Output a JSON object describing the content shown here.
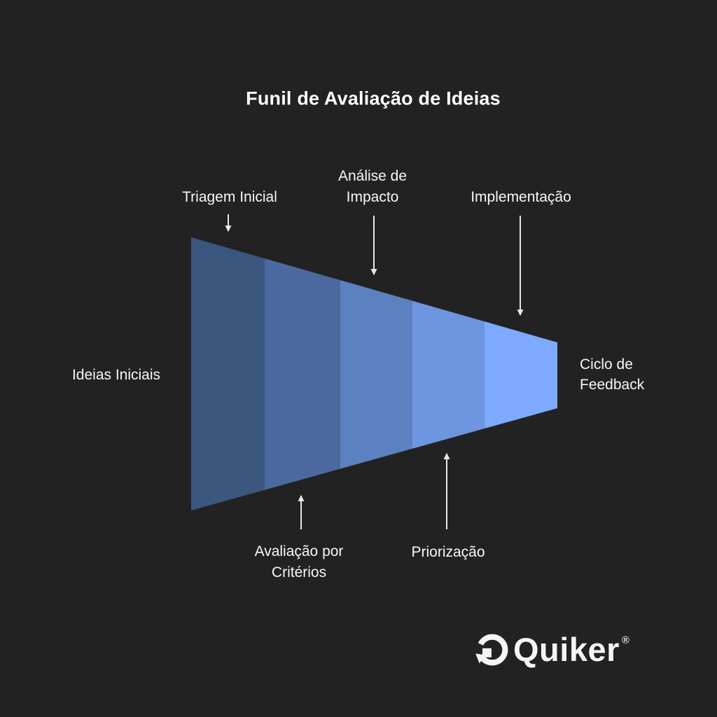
{
  "title": "Funil de Avaliação de Ideias",
  "background_color": "#222222",
  "text_color": "#ffffff",
  "arrow_color": "#e8e8e8",
  "funnel": {
    "input_label": "Ideias Iniciais",
    "output_label": "Ciclo de Feedback",
    "segments": [
      {
        "label": "Triagem Inicial",
        "color": "#3B567F",
        "label_position": "top"
      },
      {
        "label": "Avaliação por Critérios",
        "color": "#4B699E",
        "label_position": "bottom"
      },
      {
        "label": "Análise de Impacto",
        "color": "#5C81C0",
        "label_position": "top"
      },
      {
        "label": "Priorização",
        "color": "#6E95DF",
        "label_position": "bottom"
      },
      {
        "label": "Implementação",
        "color": "#7DA9FF",
        "label_position": "top"
      }
    ]
  },
  "logo": {
    "text": "Quiker",
    "registered_mark": "®"
  }
}
